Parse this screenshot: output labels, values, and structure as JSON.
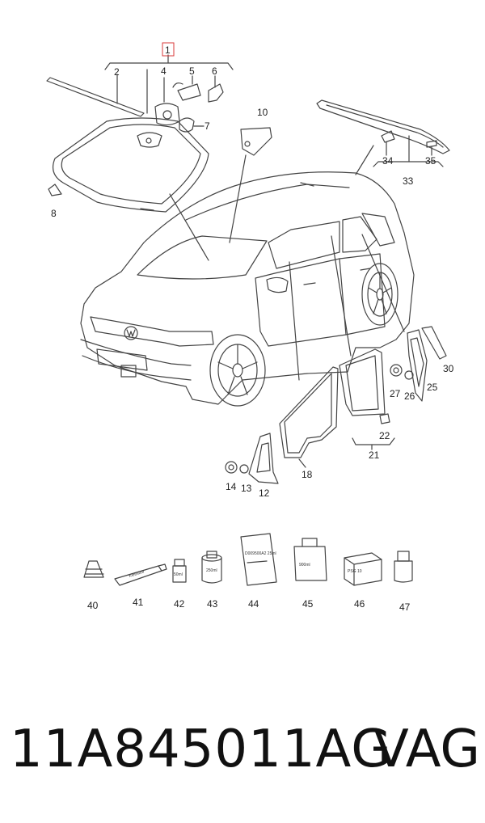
{
  "callouts": [
    "1",
    "2",
    "4",
    "5",
    "6",
    "7",
    "8",
    "10",
    "33",
    "34",
    "35",
    "30",
    "25",
    "26",
    "27",
    "22",
    "21",
    "18",
    "14",
    "13",
    "12",
    "40",
    "41",
    "42",
    "43",
    "44",
    "45",
    "46",
    "47"
  ],
  "highlighted_callout": "1",
  "package_labels": {
    "tube": "Klebstoff",
    "bottle_42": "50ml",
    "can_43": "250ml",
    "bag_44": "D009500A2 25ml",
    "jug_45": "900ml",
    "box_46": "PSG 10"
  },
  "footer": {
    "part_number": "11A845011AG",
    "brand": "VAG"
  },
  "colors": {
    "highlight": "#d83a3a",
    "line": "#444444",
    "text": "#111111"
  }
}
